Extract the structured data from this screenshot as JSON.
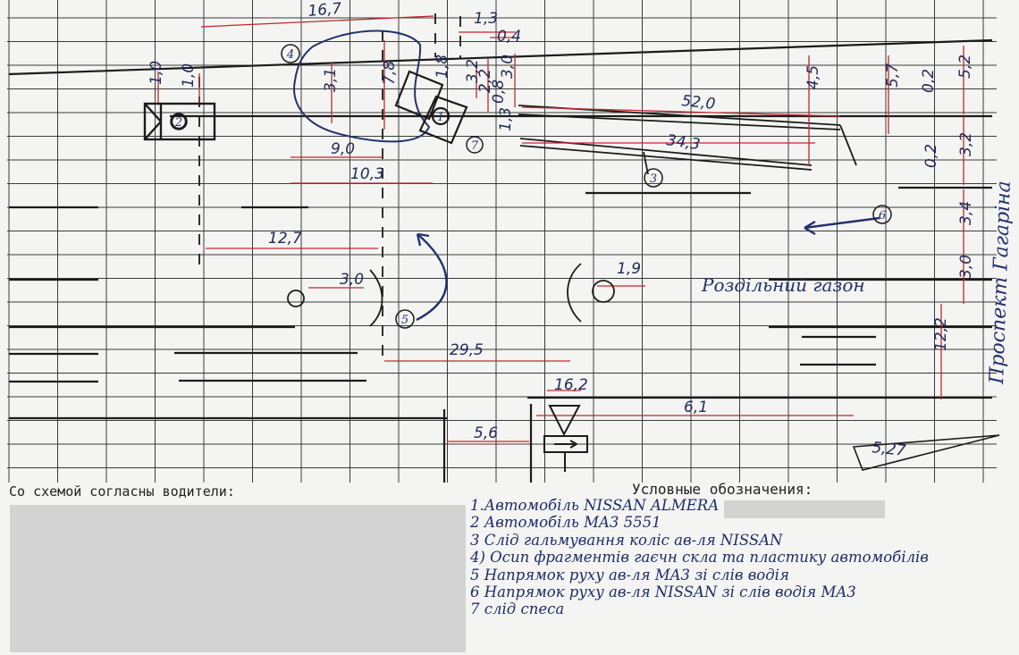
{
  "document": {
    "agreement_label": "Со схемой согласны водители:",
    "legend_title": "Условные обозначения:",
    "legend_items": [
      "1.Автомобіль NISSAN ALMERA",
      "2 Автомобіль MA3 5551",
      "3 Слід гальмування коліс ав-ля NISSAN",
      "4) Осип фрагментів гаєчн скла та пластику автомобілів",
      "5 Напрямок руху ав-ля MA3 зі слів водія",
      "6 Напрямок руху ав-ля NISSAN зі слів водія MA3",
      "7 слід спеса"
    ]
  },
  "scheme": {
    "street_label": "Роздільний газон",
    "side_label": "Проспект Гагаріна",
    "markers": [
      "1",
      "2",
      "3",
      "4",
      "5",
      "6",
      "7"
    ],
    "measurements": [
      "16,7",
      "1,3",
      "0,4",
      "7,8",
      "3,1",
      "1,8",
      "3,2",
      "2,2",
      "0,8",
      "3,0",
      "1,3",
      "52,0",
      "4,5",
      "5,7",
      "0,2",
      "5,2",
      "1,0",
      "1,0",
      "9,0",
      "10,3",
      "34,3",
      "0,2",
      "3,2",
      "3,4",
      "12,7",
      "3,0",
      "1,9",
      "3,0",
      "29,5",
      "12,2",
      "16,2",
      "5,6",
      "6,1",
      "5,27"
    ]
  },
  "colors": {
    "ink": "#23306e",
    "dimension": "#c0282b",
    "grid": "#2c2c2c"
  }
}
